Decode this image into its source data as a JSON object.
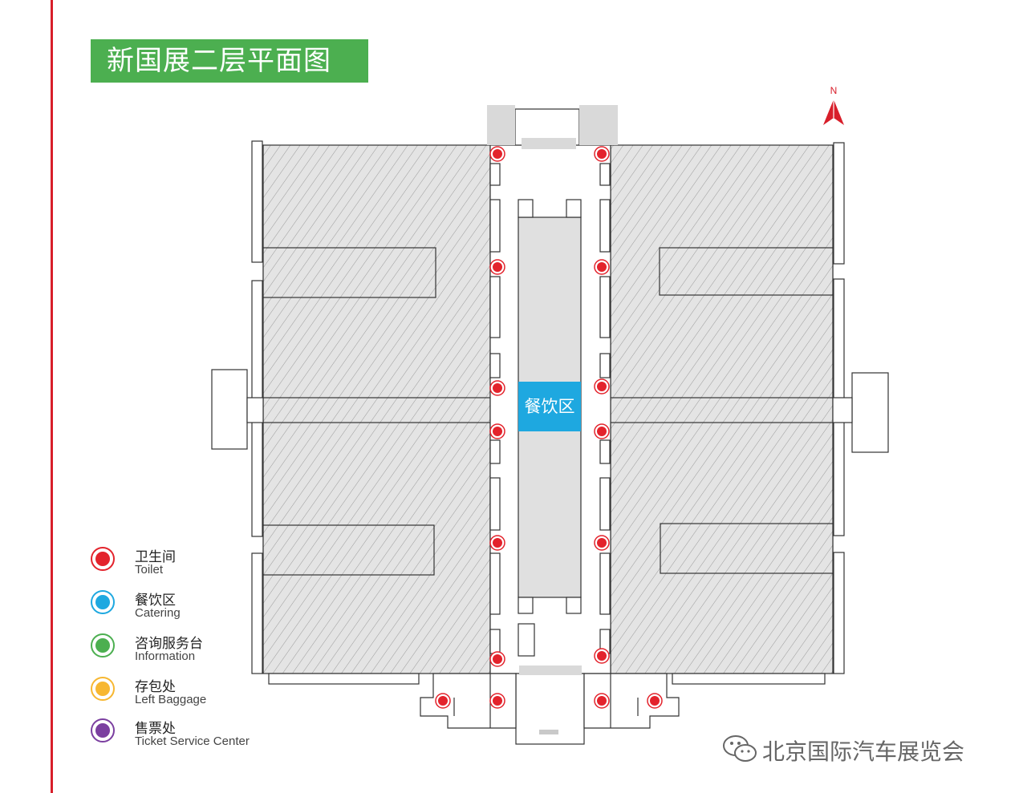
{
  "title": "新国展二层平面图",
  "compass": {
    "letter": "N"
  },
  "catering_area": {
    "label": "餐饮区"
  },
  "legend": [
    {
      "cn": "卫生间",
      "en": "Toilet",
      "color": "#e3232c",
      "icon": "toilet-icon"
    },
    {
      "cn": "餐饮区",
      "en": "Catering",
      "color": "#1ea8e0",
      "icon": "catering-icon"
    },
    {
      "cn": "咨询服务台",
      "en": "Information",
      "color": "#4caf50",
      "icon": "information-icon"
    },
    {
      "cn": "存包处",
      "en": "Left Baggage",
      "color": "#f7b731",
      "icon": "baggage-icon"
    },
    {
      "cn": "售票处",
      "en": "Ticket Service Center",
      "color": "#7b3fa0",
      "icon": "ticket-icon"
    }
  ],
  "watermark": {
    "text": "北京国际汽车展览会"
  },
  "colors": {
    "toilet": "#e3232c",
    "accent_red": "#d81e2a",
    "title_bg": "#4caf50",
    "catering": "#1ea8e0"
  },
  "toilet_count": 16
}
